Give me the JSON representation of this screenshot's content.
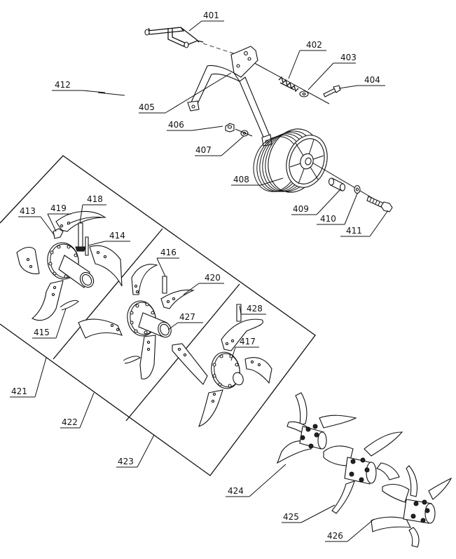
{
  "labels": {
    "p401": "401",
    "p402": "402",
    "p403": "403",
    "p404": "404",
    "p405": "405",
    "p406": "406",
    "p407": "407",
    "p408": "408",
    "p409": "409",
    "p410": "410",
    "p411": "411",
    "p412": "412",
    "p413": "413",
    "p414": "414",
    "p415": "415",
    "p416": "416",
    "p417": "417",
    "p418": "418",
    "p419": "419",
    "p420": "420",
    "p421": "421",
    "p422": "422",
    "p423": "423",
    "p424": "424",
    "p425": "425",
    "p426": "426",
    "p427": "427",
    "p428": "428"
  }
}
